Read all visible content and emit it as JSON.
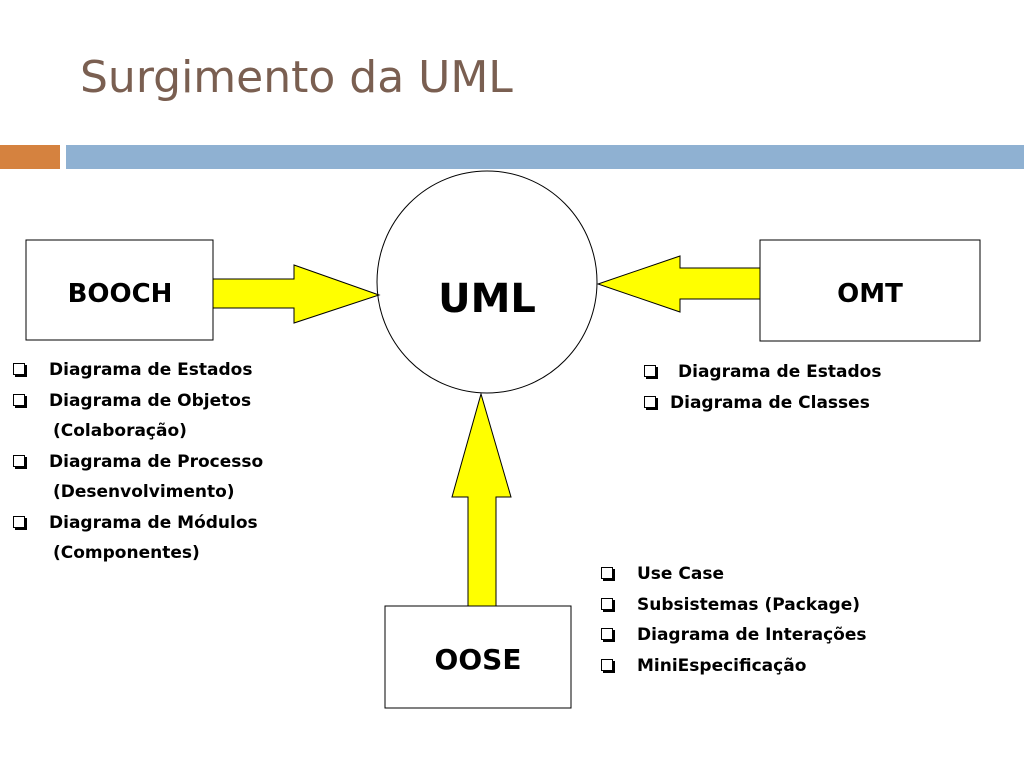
{
  "slide": {
    "title": "Surgimento da UML"
  },
  "nodes": {
    "booch": "BOOCH",
    "uml": "UML",
    "omt": "OMT",
    "oose": "OOSE"
  },
  "lists": {
    "booch": [
      {
        "text": "Diagrama de Estados",
        "sub": ""
      },
      {
        "text": "Diagrama de Objetos",
        "sub": "(Colaboração)"
      },
      {
        "text": "Diagrama de Processo",
        "sub": "(Desenvolvimento)"
      },
      {
        "text": "Diagrama de Módulos",
        "sub": "(Componentes)"
      }
    ],
    "omt": [
      {
        "text": "Diagrama de Estados",
        "sub": ""
      },
      {
        "text": "Diagrama de Classes",
        "sub": ""
      }
    ],
    "oose": [
      {
        "text": "Use Case",
        "sub": ""
      },
      {
        "text": "Subsistemas (Package)",
        "sub": ""
      },
      {
        "text": "Diagrama de Interações",
        "sub": ""
      },
      {
        "text": "MiniEspecificação",
        "sub": ""
      }
    ]
  },
  "colors": {
    "title": "#7a5f51",
    "accent_orange": "#d5823f",
    "accent_blue": "#8fb1d2",
    "arrow_fill": "#ffff00"
  }
}
